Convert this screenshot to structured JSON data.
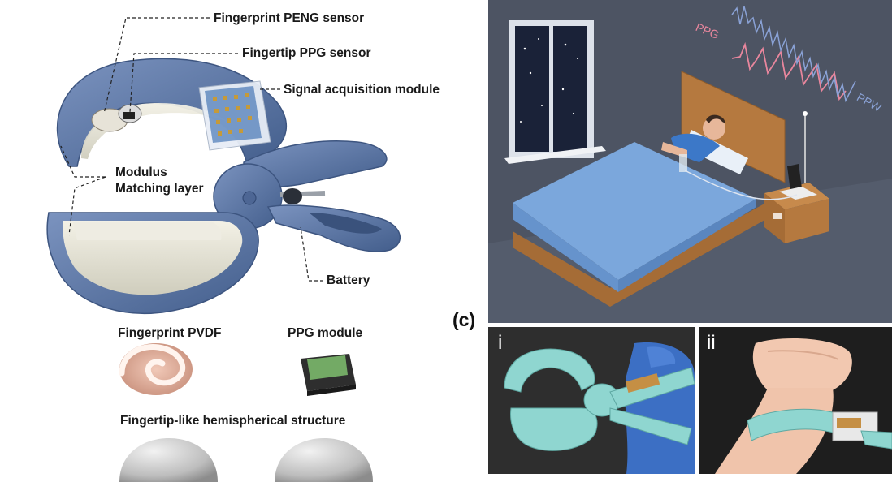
{
  "device_callouts": {
    "peng_sensor": "Fingerprint PENG sensor",
    "ppg_sensor": "Fingertip PPG sensor",
    "acquisition_module": "Signal acquisition module",
    "matching_layer": "Modulus\nMatching layer",
    "battery": "Battery"
  },
  "components": {
    "pvdf": "Fingerprint PVDF",
    "ppg_module": "PPG module",
    "hemisphere_caption": "Fingertip-like hemispherical structure"
  },
  "scene": {
    "ppg_label": "PPG",
    "ppw_label": "PPW"
  },
  "panel_c": {
    "label": "(c)",
    "photo_i": "i",
    "photo_ii": "ii"
  },
  "colors": {
    "clip_blue": "#5b76a4",
    "clip_teal": "#8fd6d0",
    "wall": "#4d5463",
    "sheet_blue": "#7ba7dc",
    "bed_wood": "#b5793f",
    "ppg_wave": "#e8869d",
    "ppw_wave": "#8aa2d6"
  }
}
